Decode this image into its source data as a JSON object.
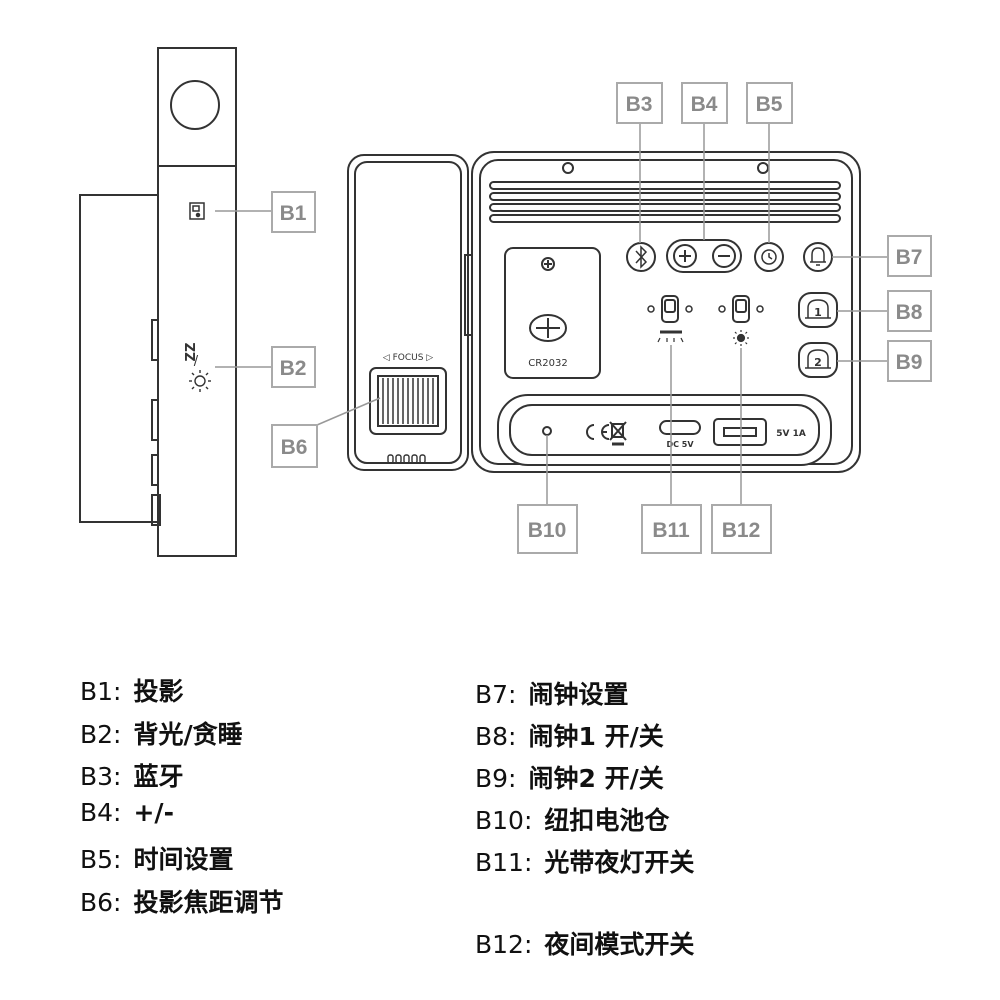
{
  "callouts": {
    "b1": "B1",
    "b2": "B2",
    "b3": "B3",
    "b4": "B4",
    "b5": "B5",
    "b6": "B6",
    "b7": "B7",
    "b8": "B8",
    "b9": "B9",
    "b10": "B10",
    "b11": "B11",
    "b12": "B12"
  },
  "device_labels": {
    "focus": "◁ FOCUS ▷",
    "battery": "CR2032",
    "dc": "DC 5V",
    "usb": "5V 1A",
    "alarm1": "1",
    "alarm2": "2",
    "zz": "ZZ",
    "slash": "/"
  },
  "legend": [
    {
      "code": "B1:",
      "desc": "投影"
    },
    {
      "code": "B2:",
      "desc": "背光/贪睡"
    },
    {
      "code": "B3:",
      "desc": "蓝牙"
    },
    {
      "code": "B4:",
      "desc": "+/-"
    },
    {
      "code": "B5:",
      "desc": "时间设置"
    },
    {
      "code": "B6:",
      "desc": "投影焦距调节"
    },
    {
      "code": "B7:",
      "desc": "闹钟设置"
    },
    {
      "code": "B8:",
      "desc": "闹钟1 开/关"
    },
    {
      "code": "B9:",
      "desc": "闹钟2 开/关"
    },
    {
      "code": "B10:",
      "desc": "纽扣电池仓"
    },
    {
      "code": "B11:",
      "desc": "光带夜灯开关"
    },
    {
      "code": "B12:",
      "desc": "夜间模式开关"
    }
  ]
}
